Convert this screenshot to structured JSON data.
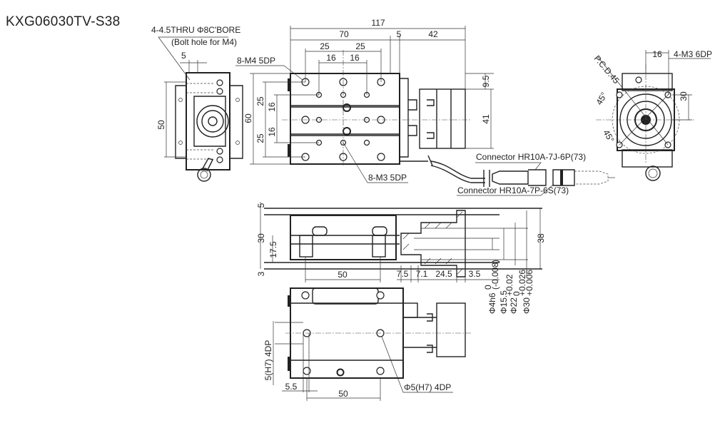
{
  "title": "KXG06030TV-S38",
  "end_view_left": {
    "hole_note": "4-4.5THRU Φ8C'BORE",
    "hole_note_sub": "(Bolt hole for M4)",
    "dim_top": "5",
    "dim_height": "50"
  },
  "top_view": {
    "dim_total": "117",
    "dim_stage": "70",
    "dim_gap": "5",
    "dim_motor": "42",
    "dim_25_left": "25",
    "dim_25_right": "25",
    "dim_16_left": "16",
    "dim_16_right": "16",
    "dim_60": "60",
    "dim_25_upper": "25",
    "dim_25_lower": "25",
    "dim_16_upper": "16",
    "dim_16_lower": "16",
    "dim_9_5": "9.5",
    "dim_41": "41",
    "m4_note": "8-M4 5DP",
    "m3_note": "8-M3 5DP",
    "connector_1": "Connector HR10A-7J-6P(73)",
    "connector_2": "Connector HR10A-7P-6S(73)"
  },
  "end_view_right": {
    "pcd": "P.C.D.45",
    "dim_16": "16",
    "tap_note": "4-M3 6DP",
    "dim_30": "30",
    "angle_1": "45°",
    "angle_2": "45°"
  },
  "side_view": {
    "dim_5": "5",
    "dim_30": "30",
    "dim_17_5": "17.5",
    "dim_3": "3",
    "dim_50": "50",
    "dim_7_5": "7.5",
    "dim_7_1": "7.1",
    "dim_24_5": "24.5",
    "dim_3_5": "3.5",
    "dim_38": "38",
    "shaft_dia": "Φ4h6",
    "shaft_tol_upper": "0",
    "shaft_tol_lower": "(-0.008)",
    "dia_15_5": "Φ15.5",
    "dia_22": "Φ22",
    "dia_22_tol_upper": "+0.02",
    "dia_22_tol_lower": "0",
    "dia_30": "Φ30",
    "dia_30_tol_upper": "+0.026",
    "dia_30_tol_lower": "+0.006"
  },
  "bottom_view": {
    "pin_note_vertical": "5(H7) 4DP",
    "dim_5_5": "5.5",
    "dim_50": "50",
    "pin_note": "Φ5(H7) 4DP"
  }
}
